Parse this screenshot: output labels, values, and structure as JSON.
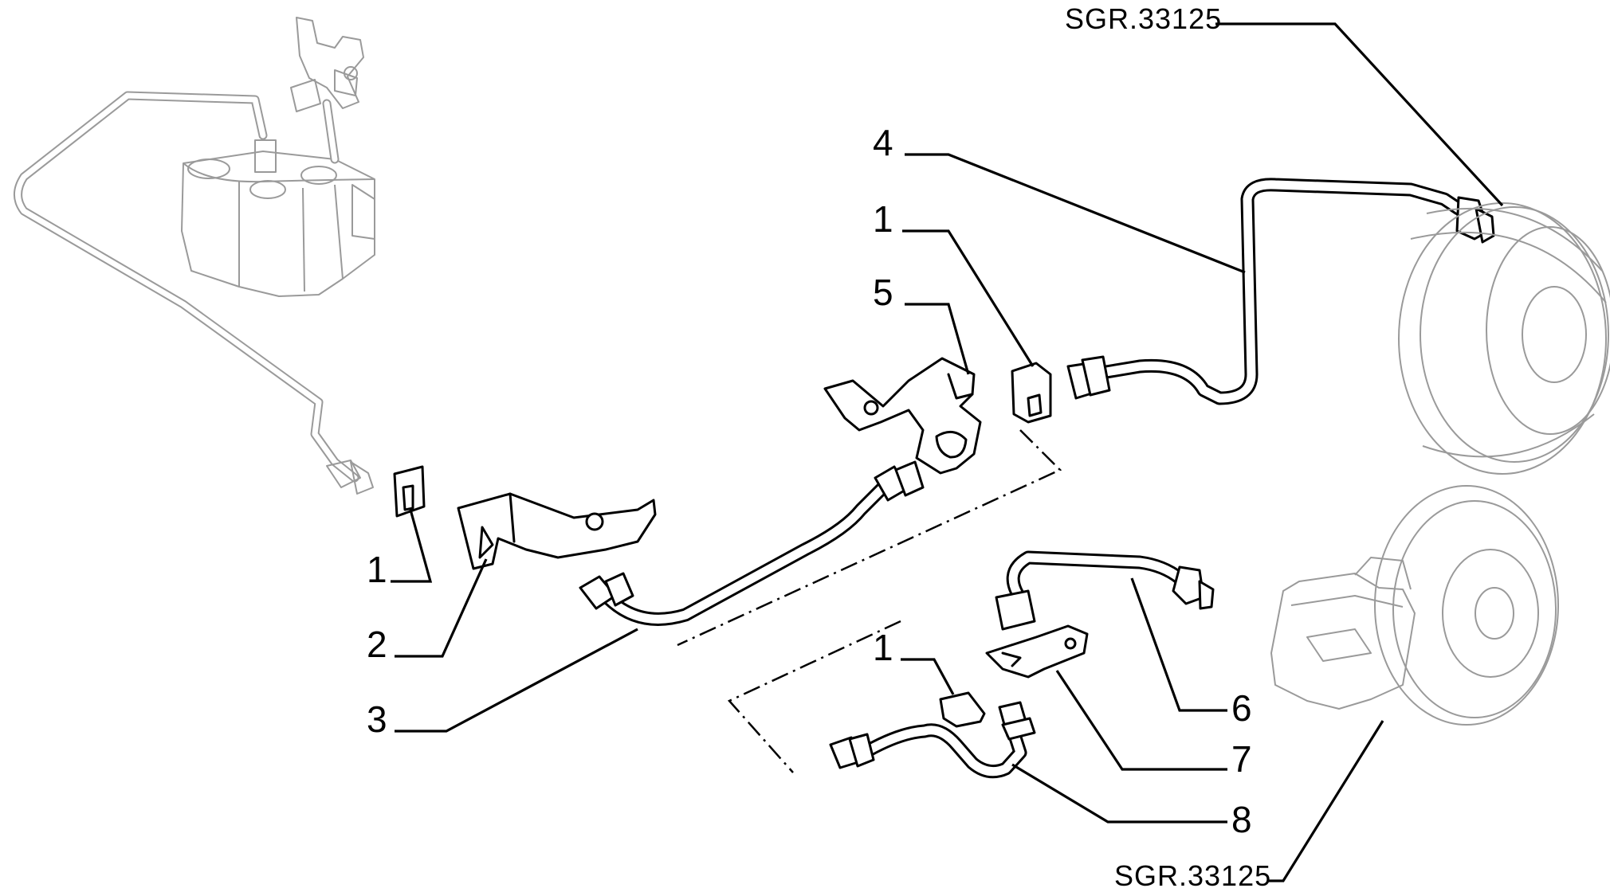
{
  "diagram": {
    "callouts": {
      "c1a": "1",
      "c1b": "1",
      "c1c": "1",
      "c2": "2",
      "c3": "3",
      "c4": "4",
      "c5": "5",
      "c6": "6",
      "c7": "7",
      "c8": "8"
    },
    "references": {
      "top": "SGR.33125",
      "bottom": "SGR.33125"
    }
  }
}
